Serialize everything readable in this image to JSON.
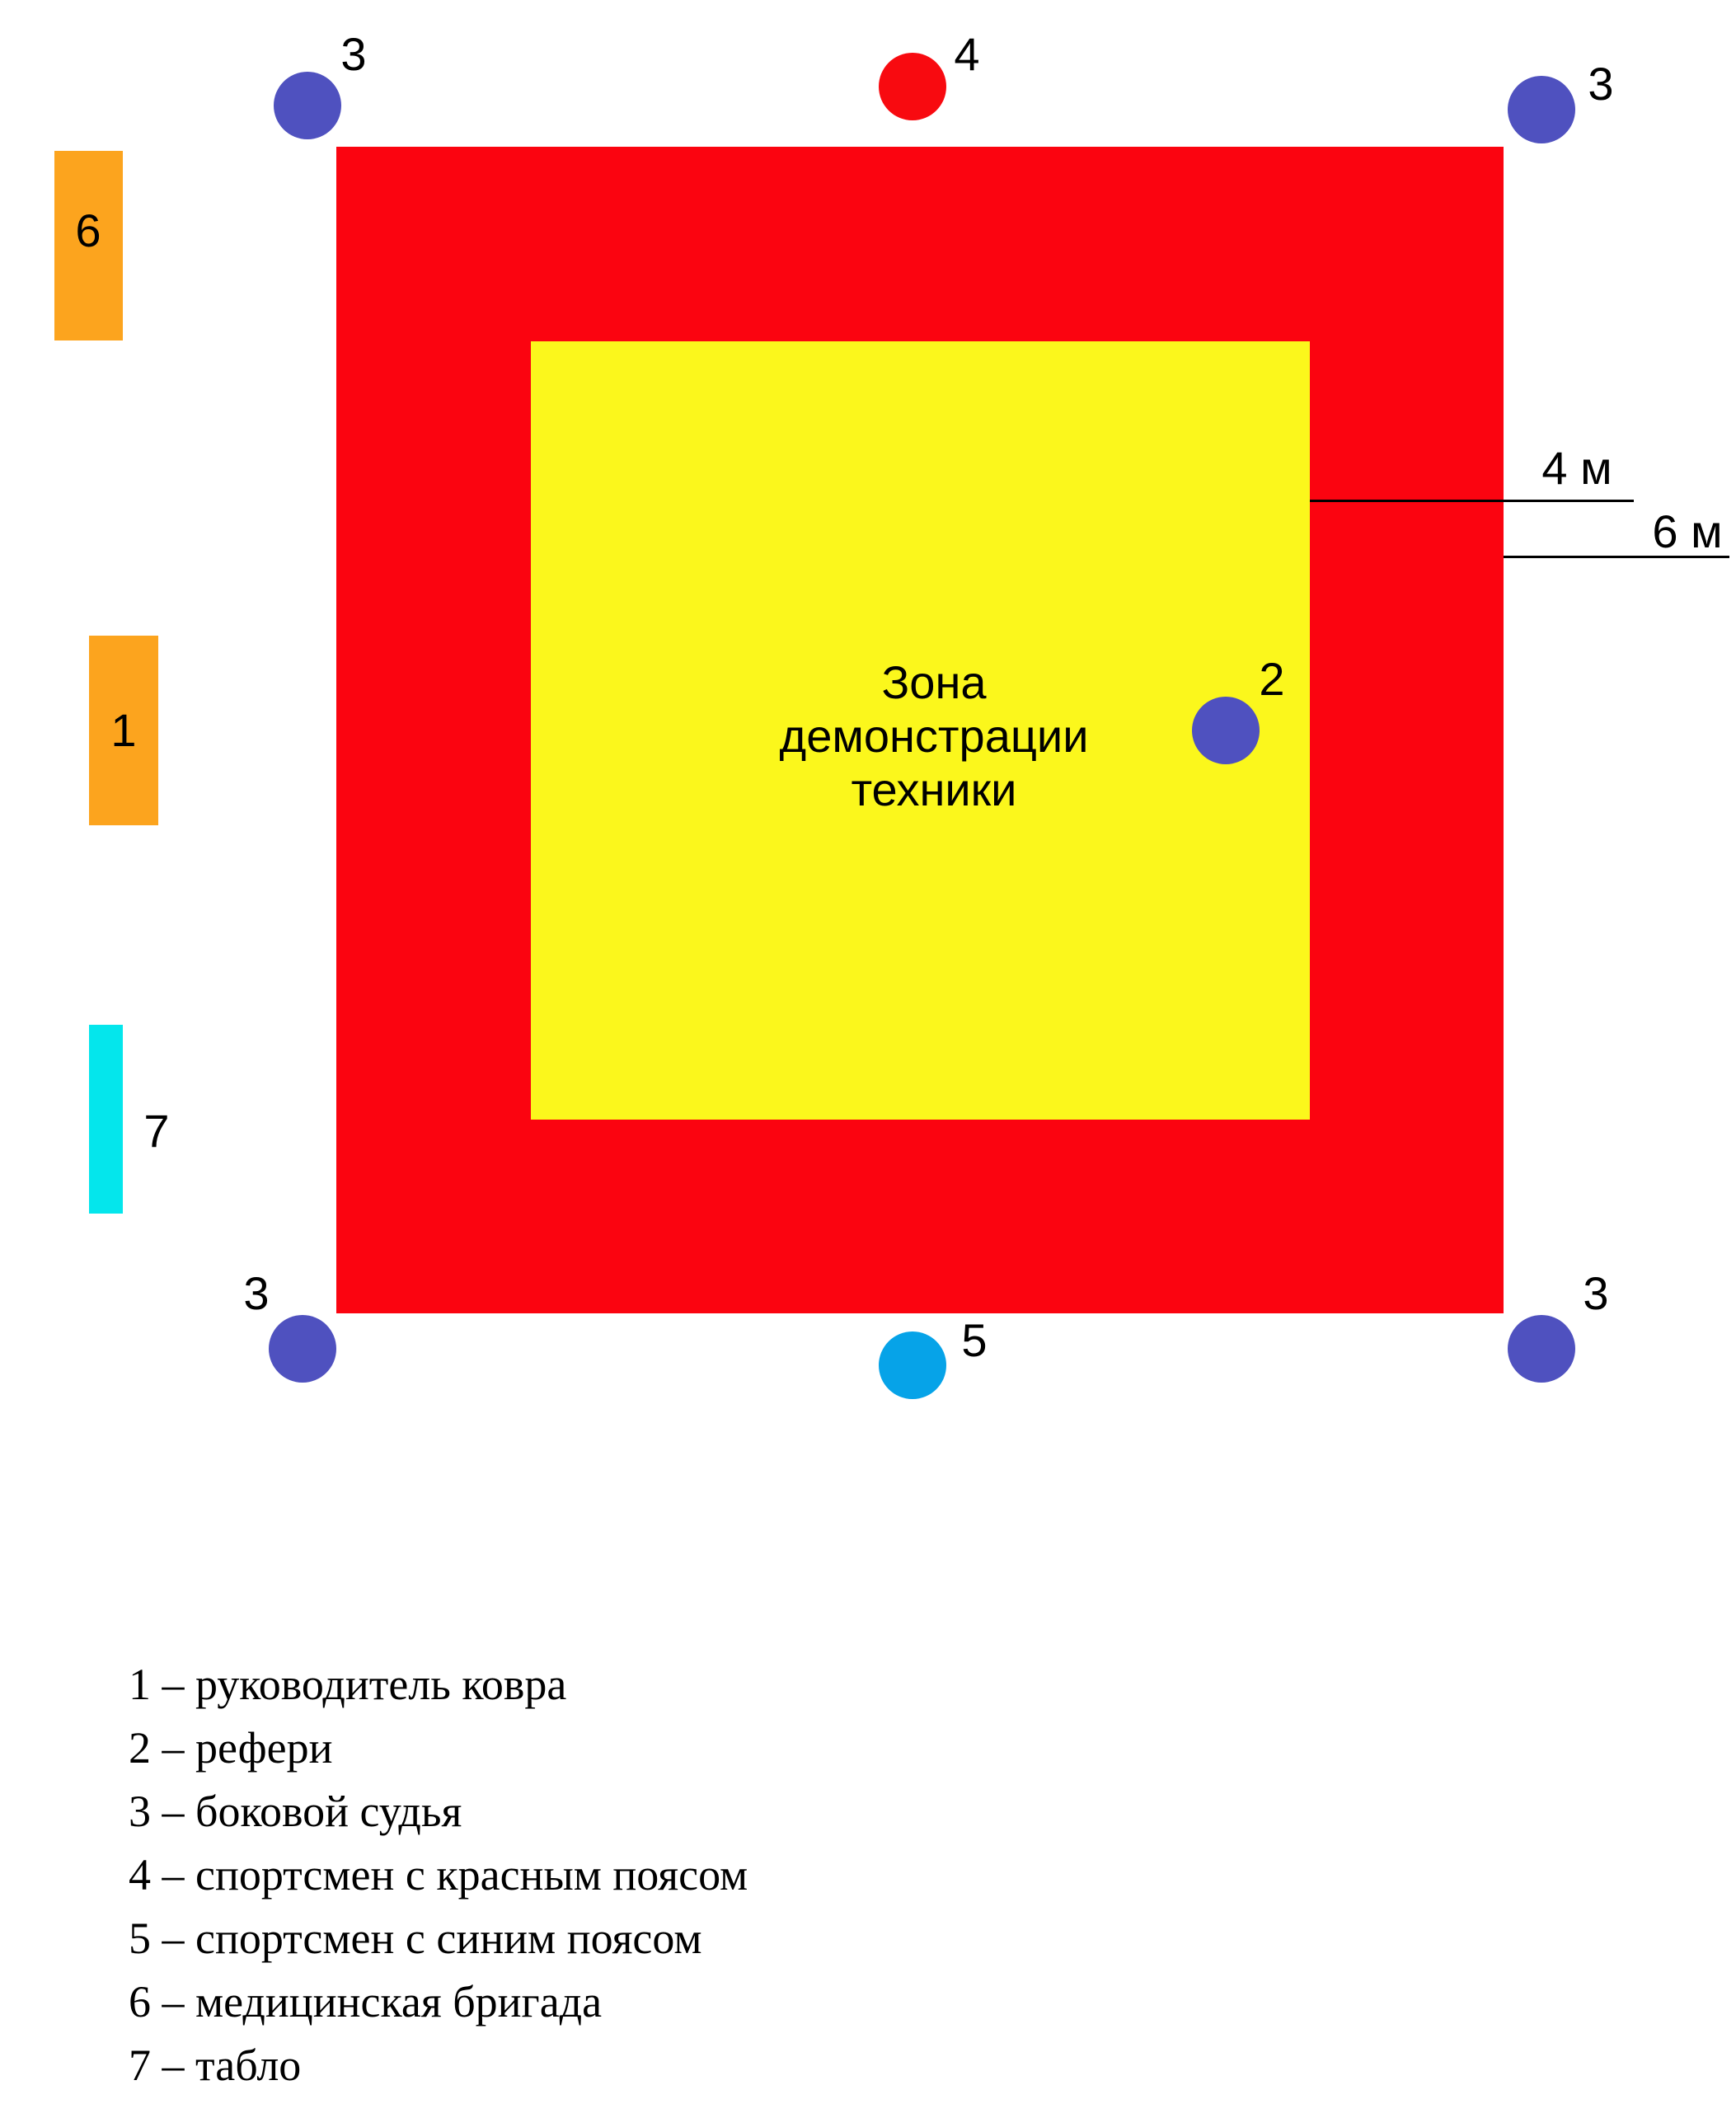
{
  "colors": {
    "outer_zone": "#fb0410",
    "inner_zone": "#fbf71c",
    "judge": "#4f51bf",
    "red_athlete": "#f80a10",
    "blue_athlete": "#06a3e8",
    "orange_station": "#fca41e",
    "scoreboard": "#04e6ec"
  },
  "diagram": {
    "zone_label_lines": [
      "Зона",
      "демонстрации",
      "техники"
    ],
    "markers": {
      "judge_top_left": "3",
      "red_athlete": "4",
      "judge_top_right": "3",
      "referee": "2",
      "judge_bottom_left": "3",
      "blue_athlete": "5",
      "judge_bottom_right": "3",
      "medical": "6",
      "mat_chief": "1",
      "scoreboard": "7"
    },
    "dimensions": {
      "inner": "4 м",
      "outer": "6 м"
    }
  },
  "legend": [
    "1 – руководитель ковра",
    "2 – рефери",
    "3 – боковой судья",
    "4 – спортсмен с красным поясом",
    "5 – спортсмен с синим поясом",
    "6 – медицинская бригада",
    "7 – табло"
  ]
}
